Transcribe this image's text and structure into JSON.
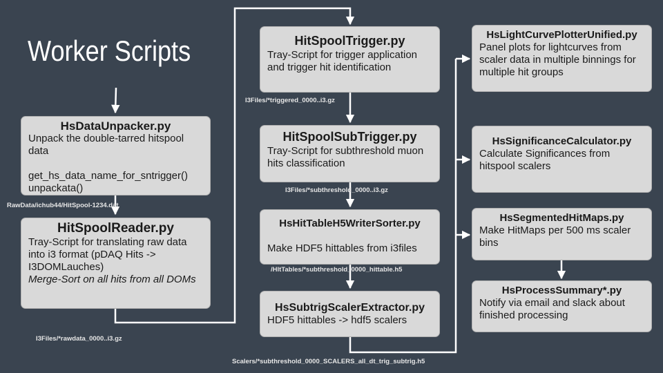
{
  "title": "Worker Scripts",
  "boxes": {
    "unpacker": {
      "name": "HsDataUnpacker.py",
      "desc": "Unpack the double-tarred hitspool data",
      "func1": "get_hs_data_name_for_sntrigger()",
      "func2": "unpackata()"
    },
    "reader": {
      "name": "HitSpoolReader.py",
      "desc": "Tray-Script for translating raw data into i3 format (pDAQ Hits -> I3DOMLauches)",
      "note": "Merge-Sort on all hits from all DOMs"
    },
    "trigger": {
      "name": "HitSpoolTrigger.py",
      "desc": "Tray-Script for trigger application and trigger hit identification"
    },
    "subtrigger": {
      "name": "HitSpoolSubTrigger.py",
      "desc": "Tray-Script for subthreshold muon hits classification"
    },
    "sorter": {
      "name": "HsHitTableH5WriterSorter.py",
      "desc": "Make HDF5 hittables from i3files"
    },
    "extractor": {
      "name": "HsSubtrigScalerExtractor.py",
      "desc": "HDF5 hittables -> hdf5 scalers"
    },
    "plotter": {
      "name": "HsLightCurvePlotterUnified.py",
      "desc": "Panel plots for lightcurves from scaler data in multiple binnings for multiple hit groups"
    },
    "significance": {
      "name": "HsSignificanceCalculator.py",
      "desc": "Calculate Significances from hitspool scalers"
    },
    "hitmaps": {
      "name": "HsSegmentedHitMaps.py",
      "desc": "Make HitMaps per 500 ms scaler bins"
    },
    "summary": {
      "name": "HsProcessSummary*.py",
      "desc": "Notify via email and slack about finished processing"
    }
  },
  "labels": {
    "rawdata": "RawData/ichub44/HitSpool-1234.dat",
    "rawi3": "I3Files/*rawdata_0000..i3.gz",
    "triggered": "I3Files/*triggered_0000..i3.gz",
    "subthreshold": "I3Files/*subthreshold_0000..i3.gz",
    "hittable": "/HItTables/*subthreshold_0000_hittable.h5",
    "scalers": "Scalers/*subthreshold_0000_SCALERS_all_dt_trig_subtrig.h5"
  },
  "colors": {
    "background": "#3a4450",
    "box": "#d9d9d9",
    "wire": "#ffffff",
    "text": "#1a1a1a"
  }
}
